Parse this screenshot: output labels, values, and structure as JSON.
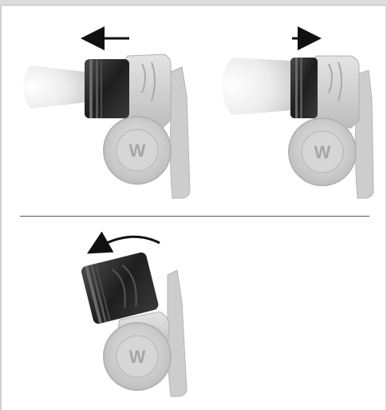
{
  "figure": {
    "brand_mark": "W",
    "colors": {
      "housing_light": "#dcdcdc",
      "housing_mid": "#c4c4c4",
      "housing_dark": "#a8a8a8",
      "lens_head": "#2b2b2b",
      "beam": "#e2e2e2",
      "arrow": "#111111",
      "divider": "#555555"
    },
    "panels": [
      {
        "id": "extended-focus",
        "arrow_direction": "left"
      },
      {
        "id": "retracted-focus",
        "arrow_direction": "right"
      },
      {
        "id": "tilt",
        "arrow_direction": "counter-clockwise"
      }
    ]
  }
}
